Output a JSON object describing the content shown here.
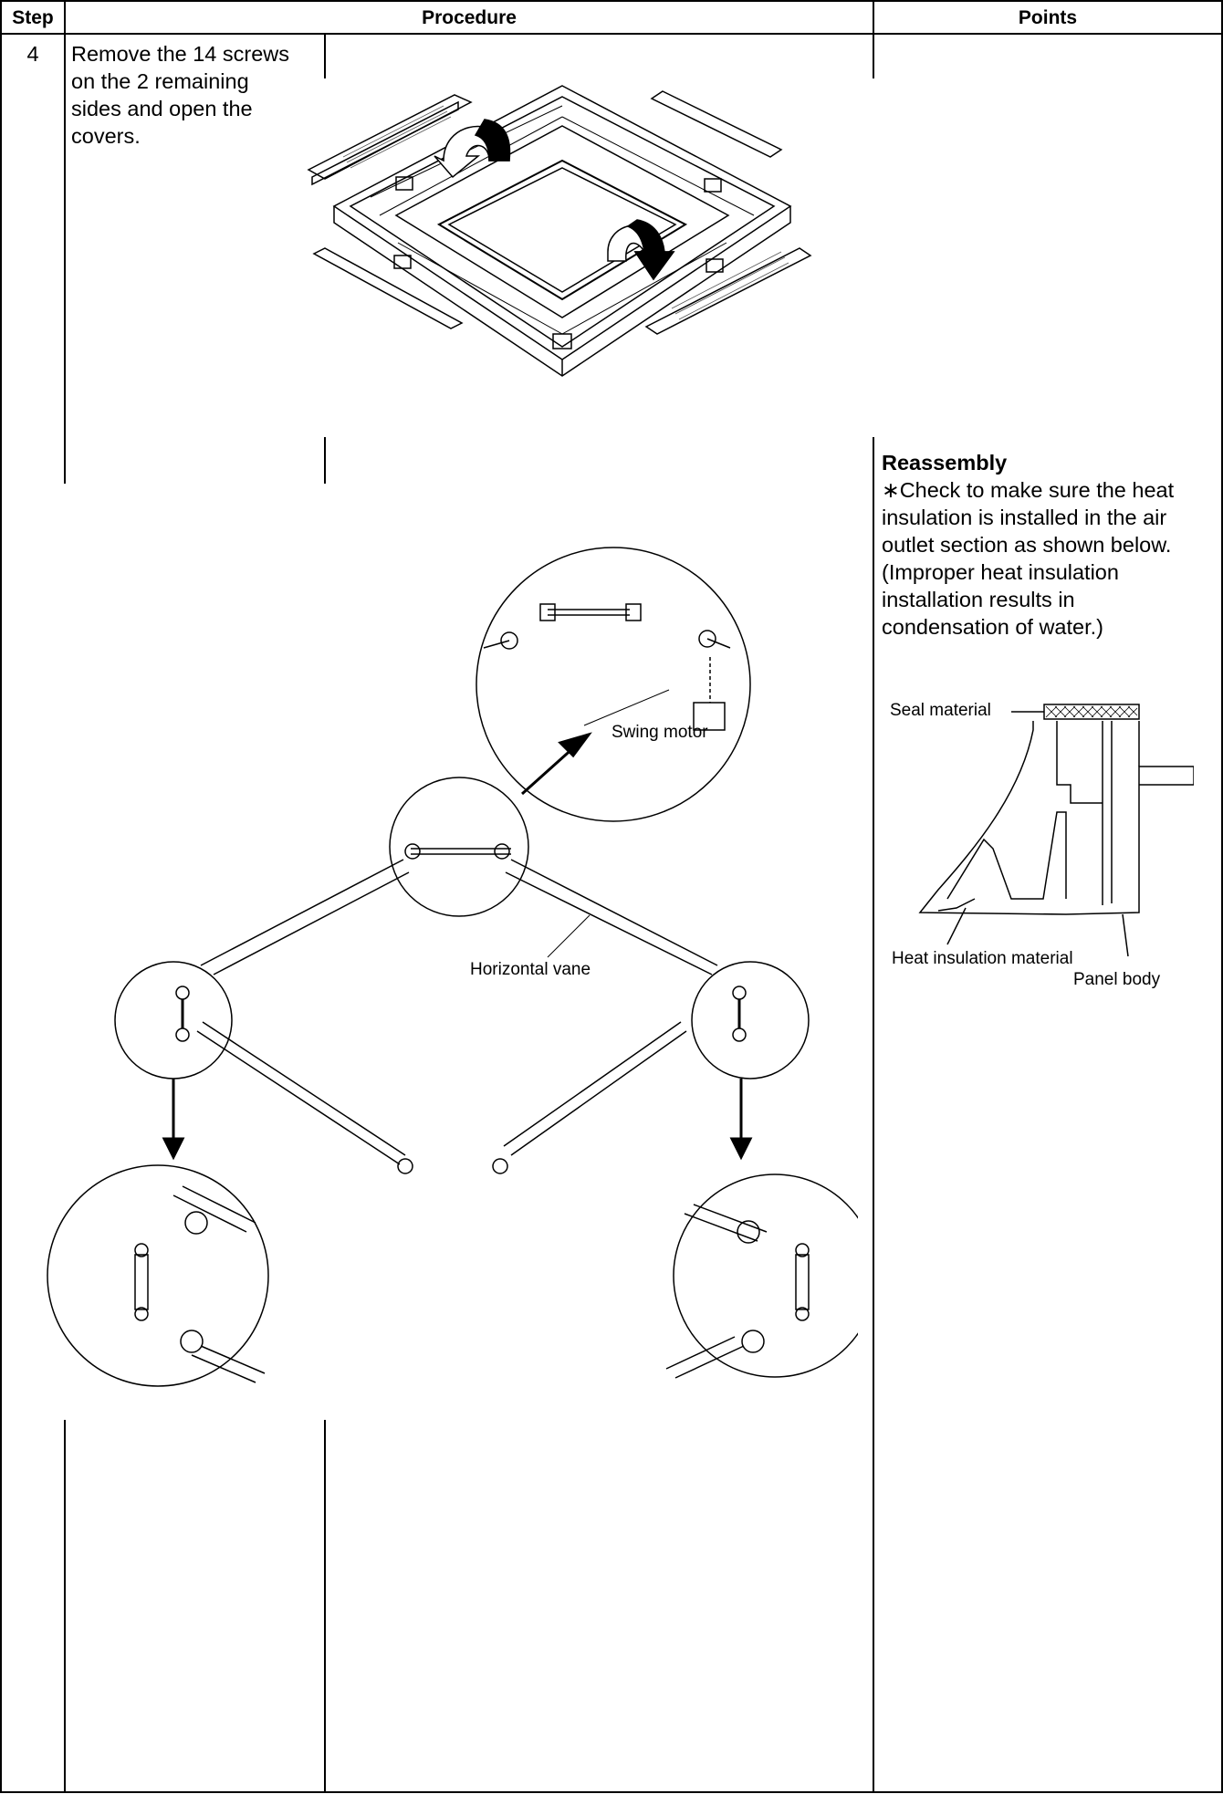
{
  "headers": {
    "step": "Step",
    "procedure": "Procedure",
    "points": "Points"
  },
  "step": {
    "number": "4",
    "instruction": "Remove the 14 screws\non the 2 remaining\nsides and open the\ncovers."
  },
  "reassembly": {
    "title": "Reassembly",
    "text": "∗Check to make sure the heat\ninsulation is installed in the air\noutlet section as shown below.\n(Improper heat insulation\ninstallation results in\ncondensation of water.)"
  },
  "labels": {
    "swing_motor": "Swing motor",
    "horizontal_vane": "Horizontal vane",
    "seal_material": "Seal material",
    "heat_insulation_material": "Heat insulation material",
    "panel_body": "Panel body"
  }
}
